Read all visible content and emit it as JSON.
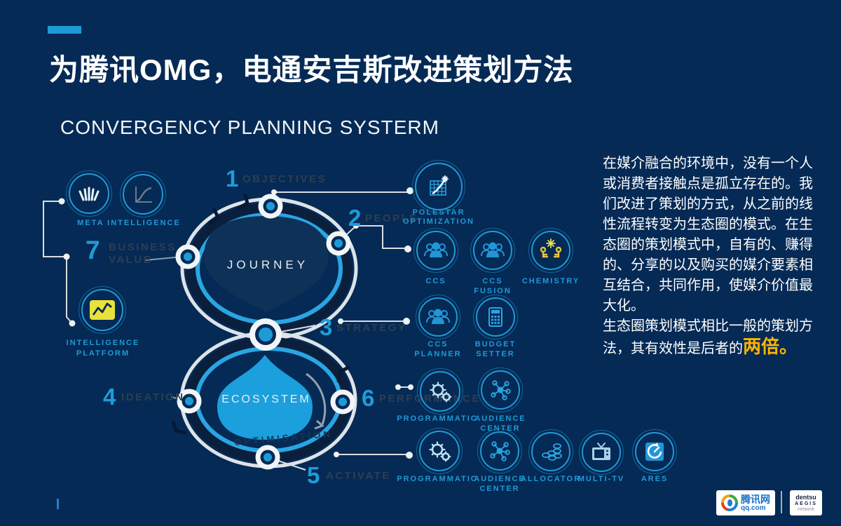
{
  "header": {
    "title": "为腾讯OMG，电通安吉斯改进策划方法",
    "subtitle": "CONVERGENCY PLANNING SYSTERM"
  },
  "loop": {
    "top_label": "JOURNEY",
    "bottom_label": "ECOSYSTEM",
    "bottom_ghost": "OPTIMISATION"
  },
  "steps": [
    {
      "num": "1",
      "label": "OBJECTIVES"
    },
    {
      "num": "2",
      "label": "PEOPLE"
    },
    {
      "num": "3",
      "label": "STRATEGY"
    },
    {
      "num": "4",
      "label": "IDEATION"
    },
    {
      "num": "5",
      "label": "ACTIVATE"
    },
    {
      "num": "6",
      "label": "PERFORMANCE"
    },
    {
      "num": "7",
      "label": "BUSINESS",
      "label2": "VALUE"
    }
  ],
  "left_tools": {
    "meta_label": "META INTELLIGENCE",
    "intel_line1": "INTELLIGENCE",
    "intel_line2": "PLATFORM"
  },
  "tools": [
    {
      "l1": "POLESTAR",
      "l2": "OPTIMIZATION"
    },
    {
      "l1": "CCS"
    },
    {
      "l1": "CCS",
      "l2": "FUSION"
    },
    {
      "l1": "CHEMISTRY"
    },
    {
      "l1": "CCS",
      "l2": "PLANNER"
    },
    {
      "l1": "BUDGET",
      "l2": "SETTER"
    },
    {
      "l1": "PROGRAMMATIC"
    },
    {
      "l1": "AUDIENCE",
      "l2": "CENTER"
    },
    {
      "l1": "PROGRAMMATIC"
    },
    {
      "l1": "AUDIENCE",
      "l2": "CENTER"
    },
    {
      "l1": "ALLOCATOR"
    },
    {
      "l1": "MULTI-TV"
    },
    {
      "l1": "ARES"
    }
  ],
  "icons": {
    "meta_1": "hands-burst-icon",
    "meta_2": "s-curve-chart-icon",
    "intelligence_platform": "pulse-chart-icon",
    "polestar": "grid-comet-icon",
    "ccs": "people-group-icon",
    "chemistry": "two-people-spark-icon",
    "budget_setter": "calculator-icon",
    "programmatic": "gears-icon",
    "audience_center": "node-network-icon",
    "allocator": "coin-spread-icon",
    "multi_tv": "television-icon",
    "ares": "circular-arrow-icon"
  },
  "side_text": {
    "para1": "在媒介融合的环境中，没有一个人或消费者接触点是孤立存在的。我们改进了策划的方式，从之前的线性流程转变为生态圈的模式。在生态圈的策划模式中，自有的、赚得的、分享的以及购买的媒介要素相互结合，共同作用，使媒介价值最大化。",
    "para2_prefix": "生态圈策划模式相比一般的策划方法，其有效性是后者的",
    "para2_highlight": "两倍。"
  },
  "footer": {
    "tencent_name": "腾讯网",
    "tencent_domain": "qq.com",
    "partner_line1": "dentsu",
    "partner_line2": "AEGIS",
    "partner_line3": "network"
  },
  "colors": {
    "background": "#052a55",
    "accent_blue": "#1e9ad6",
    "ring_blue": "#2aa5e2",
    "ecosystem_blue": "#1b9fdd",
    "highlight_yellow": "#ffb400",
    "icon_yellow": "#e8e23c"
  }
}
